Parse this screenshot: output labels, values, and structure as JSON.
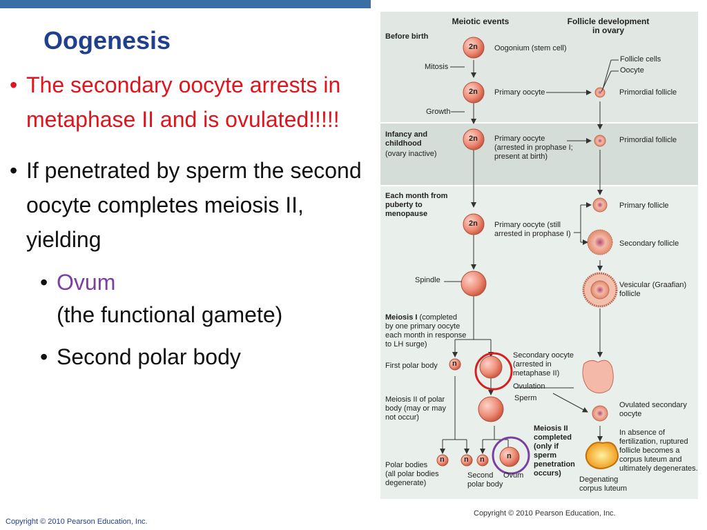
{
  "slide": {
    "title": "Oogenesis",
    "bullets": [
      {
        "text": "The secondary oocyte arrests in metaphase II and is ovulated!!!!!"
      },
      {
        "text": "If penetrated by sperm the second oocyte completes meiosis II, yielding"
      }
    ],
    "subbullets": [
      {
        "main": "Ovum",
        "sub": "(the functional gamete)"
      },
      {
        "main": "Second polar body"
      }
    ],
    "bullet_glyph": "•",
    "copyright": "Copyright © 2010 Pearson Education, Inc."
  },
  "diagram": {
    "col_meiotic": "Meiotic events",
    "col_follicle": "Follicle development\nin ovary",
    "stage_before_birth": "Before birth",
    "stage_infancy_bold": "Infancy and\nchildhood",
    "stage_infancy_note": "(ovary inactive)",
    "stage_monthly": "Each month from\npuberty to\nmenopause",
    "mitosis": "Mitosis",
    "growth": "Growth",
    "oogonium": "Oogonium (stem cell)",
    "follicle_cells": "Follicle cells",
    "oocyte": "Oocyte",
    "primary_oocyte": "Primary oocyte",
    "primordial_follicle": "Primordial follicle",
    "primary_oocyte_arrested": "Primary oocyte\n(arrested in prophase I;\npresent at birth)",
    "primordial_follicle_2": "Primordial follicle",
    "primary_follicle": "Primary follicle",
    "primary_oocyte_still": "Primary oocyte (still\narrested in prophase I)",
    "secondary_follicle": "Secondary follicle",
    "spindle": "Spindle",
    "vesicular_follicle": "Vesicular (Graafian)\nfollicle",
    "meiosis1_bold": "Meiosis I",
    "meiosis1_note": " (completed\nby one primary oocyte\neach month in response\nto LH surge)",
    "first_polar_body": "First polar body",
    "secondary_oocyte": "Secondary oocyte\n(arrested in\nmetaphase II)",
    "ovulation": "Ovulation",
    "sperm": "Sperm",
    "meiosis2_polar": "Meiosis II of polar\nbody (may or may\nnot occur)",
    "ovulated_secondary_oocyte": "Ovulated secondary\noocyte",
    "meiosis2_completed": "Meiosis II\ncompleted\n(only if\nsperm\npenetration\noccurs)",
    "absence_fertilization": "In absence of\nfertilization, ruptured\nfollicle becomes a\ncorpus luteum and\nultimately degenerates.",
    "polar_bodies": "Polar bodies\n(all polar bodies\ndegenerate)",
    "second_polar_body": "Second\npolar body",
    "ovum": "Ovum",
    "degenerating_cl": "Degenating\ncorpus luteum",
    "copyright": "Copyright © 2010 Pearson Education, Inc.",
    "ploidy_2n": "2n",
    "ploidy_n": "n"
  },
  "colors": {
    "title": "#1f3f8f",
    "red_text": "#e0141c",
    "purple_text": "#7b3fa0",
    "band_top": "#e1e7e3",
    "band_mid": "#d4ddd7",
    "band_bottom": "#e9efea",
    "cell": "#f08a78",
    "highlight_red": "#d62020",
    "highlight_purple": "#7b3fa0"
  }
}
